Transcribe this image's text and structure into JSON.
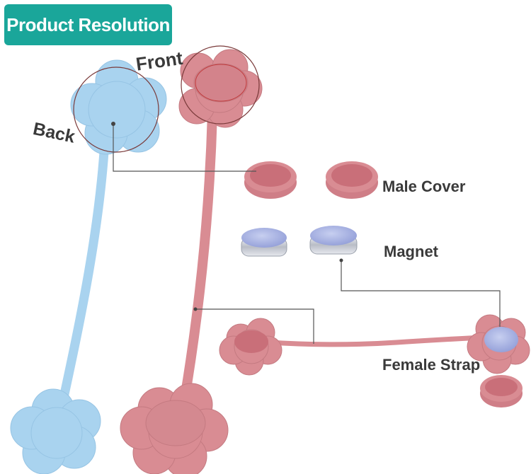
{
  "badge": {
    "title": "Product Resolution"
  },
  "labels": {
    "front": "Front",
    "back": "Back",
    "male_cover": "Male Cover",
    "magnet": "Magnet",
    "female_strap": "Female Strap"
  },
  "colors": {
    "badge_bg": "#1aa69a",
    "blue_strap": "#a9d3ef",
    "pink_strap": "#d98c93",
    "magnet": "#aeb8e3",
    "callout_line": "#555555",
    "callout_circle": "#c0393b"
  }
}
